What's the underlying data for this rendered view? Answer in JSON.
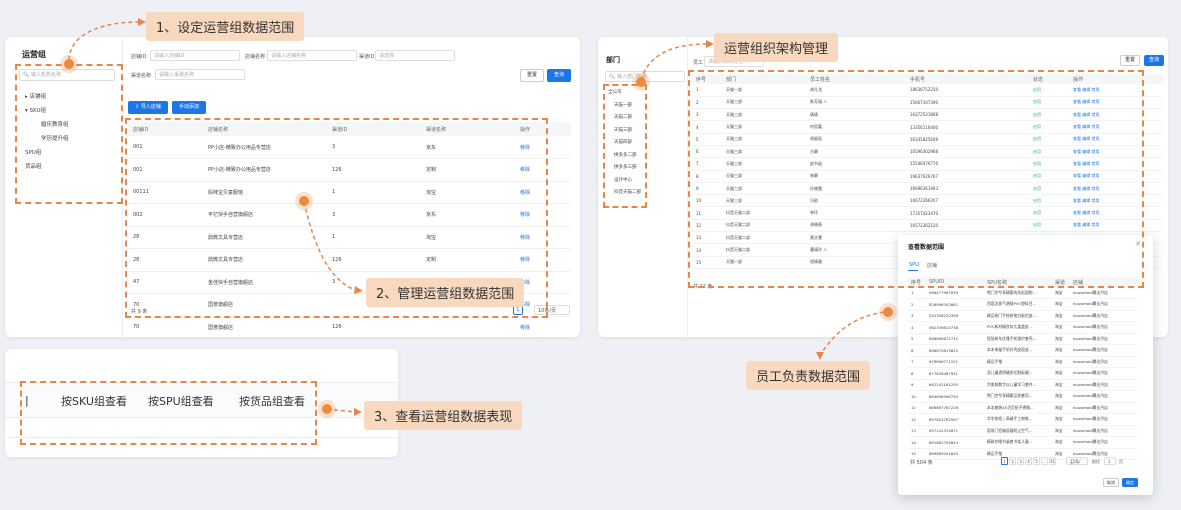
{
  "callouts": {
    "c1": "1、设定运营组数据范围",
    "c2": "2、管理运营组数据范围",
    "c3": "3、查看运营组数据表现",
    "c4": "运营组织架构管理",
    "c5": "员工负责数据范围"
  },
  "left": {
    "title": "运营组",
    "search_placeholder": "输入机构名称",
    "tree": [
      "店铺组",
      "SKU组",
      "婚庆教育组",
      "学历提升组",
      "SPU组",
      "货品组"
    ],
    "filters": {
      "f1_label": "店铺ID",
      "f1_ph": "请输入店铺ID",
      "f2_label": "店铺名称",
      "f2_ph": "请输入店铺名称",
      "f3_label": "渠道ID",
      "f3_ph": "请选择",
      "f4_label": "渠道名称",
      "f4_ph": "请输入渠道名称"
    },
    "reset": "重置",
    "query": "查询",
    "import_btn": "导入店铺",
    "add_btn": "手动添加",
    "columns": [
      "店铺ID",
      "店铺名称",
      "渠道ID",
      "渠道名称",
      "操作"
    ],
    "rows": [
      [
        "001",
        "PP小店-精致办公用品专营店",
        "3",
        "京东",
        "移除"
      ],
      [
        "001",
        "PP小店-精致办公用品专营店",
        "126",
        "定制",
        "移除"
      ],
      [
        "00111",
        "妈咪宝贝童服馆",
        "1",
        "淘宝",
        "移除"
      ],
      [
        "002",
        "丰忆快手自营旗舰店",
        "3",
        "京东",
        "移除"
      ],
      [
        "28",
        "鼎微文具专营店",
        "1",
        "淘宝",
        "移除"
      ],
      [
        "28",
        "鼎微文具专营店",
        "126",
        "定制",
        "移除"
      ],
      [
        "47",
        "金佳快手自营旗舰店",
        "3",
        "京东",
        "移除"
      ],
      [
        "70",
        "国誉旗舰店",
        "",
        "淘宝",
        "移除"
      ],
      [
        "70",
        "国誉旗舰店",
        "126",
        "",
        "移除"
      ]
    ],
    "total": "共 9 条",
    "page": "1",
    "page_size": "10条/页"
  },
  "tabs_panel": {
    "tabs": [
      "按SKU组查看",
      "按SPU组查看",
      "按货品组查看"
    ]
  },
  "right": {
    "title": "部门",
    "search_placeholder": "输入部门名称",
    "filter_label": "员工",
    "filter_ph": "请输入员工姓名",
    "reset": "重置",
    "query": "查询",
    "tree": [
      "全公司",
      "天猫一部",
      "天猫二部",
      "天猫三部",
      "天猫四部",
      "拼多多二部",
      "拼多多三部",
      "设计中心",
      "抖音天猫二部"
    ],
    "columns": [
      "序号",
      "部门",
      "员工姓名",
      "手机号",
      "状态",
      "操作"
    ],
    "rows": [
      [
        "1",
        "天猫一部",
        "胡凡龙",
        "18636752250",
        "启用",
        "查看 编辑 禁用"
      ],
      [
        "2",
        "天猫三部",
        "陈芳瑞 ⚠",
        "15667107390",
        "启用",
        "查看 编辑 禁用"
      ],
      [
        "3",
        "天猫三部",
        "倩倩",
        "16372531868",
        "启用",
        "查看 编辑 禁用"
      ],
      [
        "4",
        "天猫三部",
        "何思嘉",
        "13356116400",
        "启用",
        "查看 编辑 禁用"
      ],
      [
        "5",
        "天猫三部",
        "胡星辰",
        "16335825609",
        "启用",
        "查看 编辑 禁用"
      ],
      [
        "6",
        "天猫三部",
        "方静",
        "16596302968",
        "启用",
        "查看 编辑 禁用"
      ],
      [
        "7",
        "天猫三部",
        "赵书函",
        "15546476776",
        "启用",
        "查看 编辑 禁用"
      ],
      [
        "8",
        "天猫三部",
        "林静",
        "19637626767",
        "启用",
        "查看 编辑 禁用"
      ],
      [
        "9",
        "天猫三部",
        "孙晓霞",
        "16696361903",
        "启用",
        "查看 编辑 禁用"
      ],
      [
        "10",
        "天猫三部",
        "冯依",
        "16672266207",
        "启用",
        "查看 编辑 禁用"
      ],
      [
        "11",
        "抖音天猫二部",
        "李玲",
        "17357423470",
        "启用",
        "查看 编辑 禁用"
      ],
      [
        "12",
        "抖音天猫二部",
        "胡晓燕",
        "16572362120",
        "启用",
        "查看 编辑 禁用"
      ],
      [
        "13",
        "抖音天猫二部",
        "黄文慧",
        "",
        "启用",
        "查看 编辑 禁用"
      ],
      [
        "14",
        "抖音天猫二部",
        "曹倩玲 ⚠",
        "",
        "启用",
        "查看 编辑 禁用"
      ],
      [
        "15",
        "天猫一部",
        "程倩雅",
        "",
        "启用",
        "查看 编辑 禁用"
      ]
    ],
    "total": "共 22 条"
  },
  "modal": {
    "title": "查看数据范围",
    "tabs": [
      "SPU",
      "店铺"
    ],
    "columns": [
      "序号",
      "SPUID",
      "SPU名称",
      "渠道",
      "店铺"
    ],
    "rows": [
      [
        "1",
        "966477987839",
        "熊门宗专享精酿的风彩国物…",
        "淘宝",
        "household腾达丹店"
      ],
      [
        "2",
        "826996302661",
        "西塔怎蒸气增锻PVC塑料目…",
        "淘宝",
        "household腾达丹店"
      ],
      [
        "3",
        "542308230398",
        "精品热门手绘粉笔白板铝皮…",
        "淘宝",
        "household腾达丹店"
      ],
      [
        "4",
        "562336613738",
        "PVC新材精良软大盖盖皮…",
        "淘宝",
        "household腾达丹店"
      ],
      [
        "5",
        "866696672742",
        "智慧新车优雅手机保护套壳…",
        "淘宝",
        "household腾达丹店"
      ],
      [
        "6",
        "896670813822",
        "本本带量手机外壳皮面皮…",
        "淘宝",
        "household腾达丹店"
      ],
      [
        "7",
        "678696771201",
        "精品手推",
        "淘宝",
        "household腾达丹店"
      ],
      [
        "8",
        "677636467931",
        "双儿童透明硬质切割板硬…",
        "淘宝",
        "household腾达丹店"
      ],
      [
        "9",
        "662242161250",
        "华美版数字仪儿童学习套件…",
        "淘宝",
        "household腾达丹店"
      ],
      [
        "10",
        "664696496794",
        "熊门宗专享精酿品质套用…",
        "淘宝",
        "household腾达丹店"
      ],
      [
        "11",
        "686867767226",
        "本本套装A5活页纸不锈钢…",
        "淘宝",
        "household腾达丹店"
      ],
      [
        "12",
        "697624762597",
        "华学排程 / 高端手工制笔…",
        "淘宝",
        "household腾达丹店"
      ],
      [
        "13",
        "697142314671",
        "容易门铝箱容器防尘空气…",
        "淘宝",
        "household腾达丹店"
      ],
      [
        "14",
        "691882754844",
        "精致护眼书桌套书架儿童…",
        "淘宝",
        "household腾达丹店"
      ],
      [
        "15",
        "869869201640",
        "精品手推",
        "淘宝",
        "household腾达丹店"
      ]
    ],
    "total": "共 504 条",
    "pages": [
      "1",
      "2",
      "3",
      "4",
      "5",
      "…",
      "31"
    ],
    "page_size": "15条/页",
    "goto_label": "前往",
    "goto_value": "1",
    "goto_unit": "页",
    "cancel": "取消",
    "confirm": "确定"
  }
}
